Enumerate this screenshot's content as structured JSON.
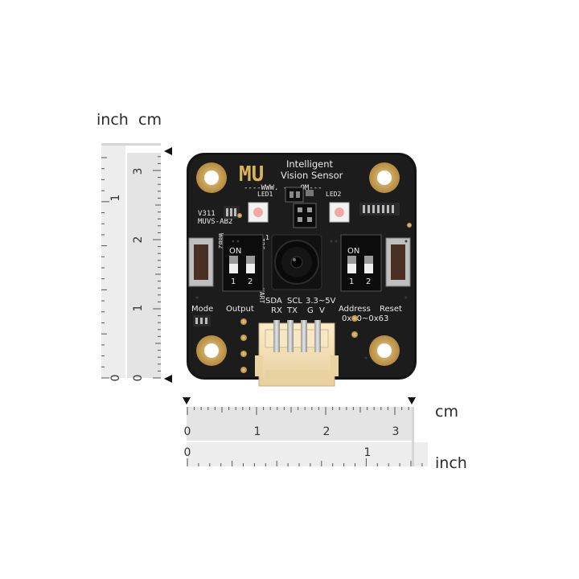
{
  "rulers": {
    "left_units": {
      "inch": "inch",
      "cm": "cm"
    },
    "bottom_units": {
      "cm": "cm",
      "inch": "inch"
    },
    "left_cm_ticks": [
      "3",
      "2",
      "1",
      "0"
    ],
    "left_inch_ticks": [
      "1",
      "0"
    ],
    "bottom_cm_ticks": [
      "0",
      "1",
      "2",
      "3"
    ],
    "bottom_inch_ticks": [
      "0",
      "1"
    ]
  },
  "board": {
    "logo": "MU",
    "title_line1": "Intelligent",
    "title_line2": "Vision Sensor",
    "url_fragment": "----WWW. ----OM---",
    "led1": "LED1",
    "led2": "LED2",
    "version": "V311",
    "model": "MUVS-AB2",
    "w8b2": "W8B2",
    "i2c": "I2C",
    "uart": "UART",
    "switch_left": {
      "on": "ON",
      "k1": "1",
      "k2": "2"
    },
    "switch_right": {
      "on": "ON",
      "k1": "1",
      "k2": "2"
    },
    "mode": "Mode",
    "output": "Output",
    "address": "Address",
    "reset": "Reset",
    "address_range": "0x60~0x63",
    "pin_top": [
      "SDA",
      "SCL",
      "3.3~5V"
    ],
    "pin_bottom": [
      "RX",
      "TX",
      "G",
      "V"
    ],
    "pin_one_mark": "1"
  },
  "colors": {
    "pcb": "#1a1a1a",
    "pad_gold": "#c9a560",
    "silkscreen": "#eaeaea",
    "connector": "#f3dfb6",
    "ruler": "#e6e6e6"
  }
}
